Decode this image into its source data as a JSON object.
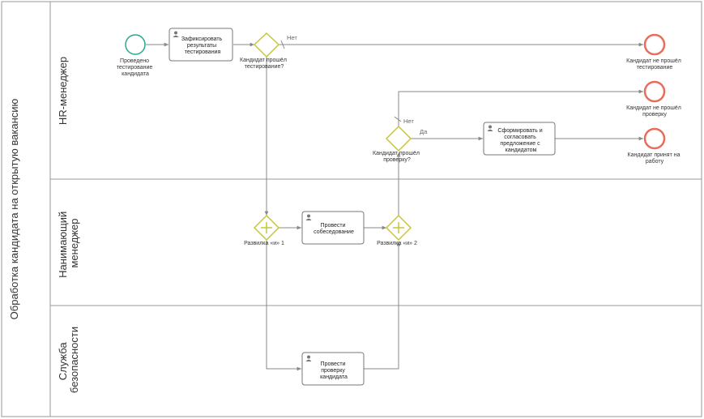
{
  "pool": {
    "title": "Обработка кандидата на открытую вакансию"
  },
  "lanes": [
    {
      "title": "HR-менеджер"
    },
    {
      "title_lines": [
        "Нанимающий",
        "менеджер"
      ]
    },
    {
      "title_lines": [
        "Служба",
        "безопасности"
      ]
    }
  ],
  "events": {
    "start": {
      "label_lines": [
        "Проведено",
        "тестирование",
        "кандидата"
      ]
    },
    "end_failed_test": {
      "label_lines": [
        "Кандидат не прошёл",
        "тестирование"
      ]
    },
    "end_failed_check": {
      "label_lines": [
        "Кандидат не прошёл",
        "проверку"
      ]
    },
    "end_hired": {
      "label_lines": [
        "Кандидат принят на",
        "работу"
      ]
    }
  },
  "tasks": {
    "record_results": {
      "lines": [
        "Зафиксировать",
        "результаты",
        "тестирования"
      ]
    },
    "interview": {
      "lines": [
        "Провести",
        "собеседование"
      ]
    },
    "offer": {
      "lines": [
        "Сформировать и",
        "согласовать",
        "предложение с",
        "кандидатом"
      ]
    },
    "check": {
      "lines": [
        "Провести",
        "проверку",
        "кандидата"
      ]
    }
  },
  "gateways": {
    "passed_test": {
      "label_lines": [
        "Кандидат прошёл",
        "тестирование?"
      ]
    },
    "passed_check": {
      "label_lines": [
        "Кандидат прошёл",
        "проверку?"
      ]
    },
    "fork1": {
      "label": "Развилка «и» 1"
    },
    "fork2": {
      "label": "Развилка «и» 2"
    }
  },
  "flow_labels": {
    "no_test": "Нет",
    "no_check": "Нет",
    "yes_check": "Да"
  },
  "colors": {
    "start": "#2aa88f",
    "end": "#e86c5a",
    "gateway": "#c7c63a",
    "line": "#888888",
    "border": "#999999"
  }
}
